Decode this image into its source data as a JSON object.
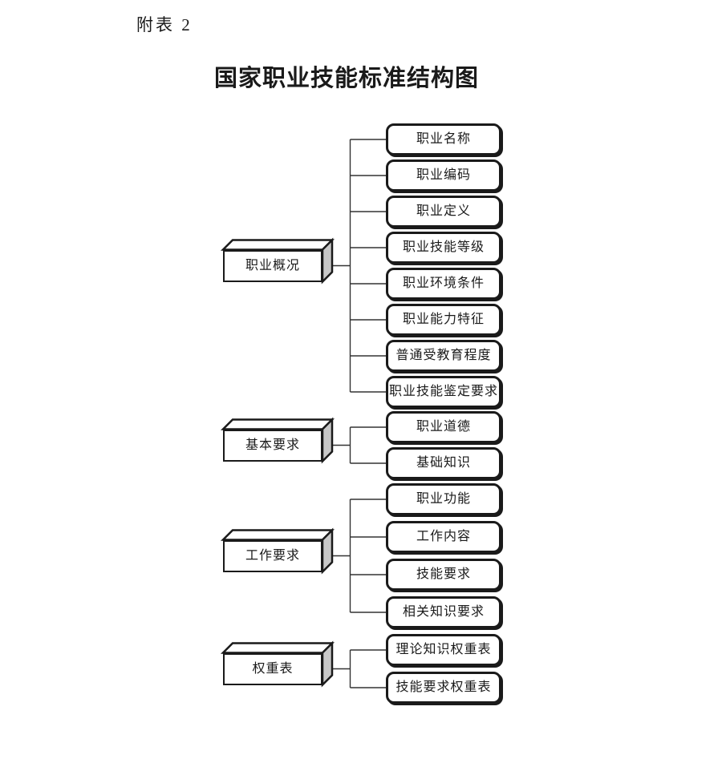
{
  "page": {
    "annotation_label": "附表 2",
    "title": "国家职业技能标准结构图"
  },
  "diagram": {
    "groups": [
      {
        "parent": "职业概况",
        "children": [
          "职业名称",
          "职业编码",
          "职业定义",
          "职业技能等级",
          "职业环境条件",
          "职业能力特征",
          "普通受教育程度",
          "职业技能鉴定要求"
        ]
      },
      {
        "parent": "基本要求",
        "children": [
          "职业道德",
          "基础知识"
        ]
      },
      {
        "parent": "工作要求",
        "children": [
          "职业功能",
          "工作内容",
          "技能要求",
          "相关知识要求"
        ]
      },
      {
        "parent": "权重表",
        "children": [
          "理论知识权重表",
          "技能要求权重表"
        ]
      }
    ],
    "colors": {
      "box_border": "#1a1a1a",
      "box_fill": "#ffffff",
      "side_fill": "#c8c8c8",
      "line": "#333333",
      "text": "#1a1a1a"
    }
  }
}
